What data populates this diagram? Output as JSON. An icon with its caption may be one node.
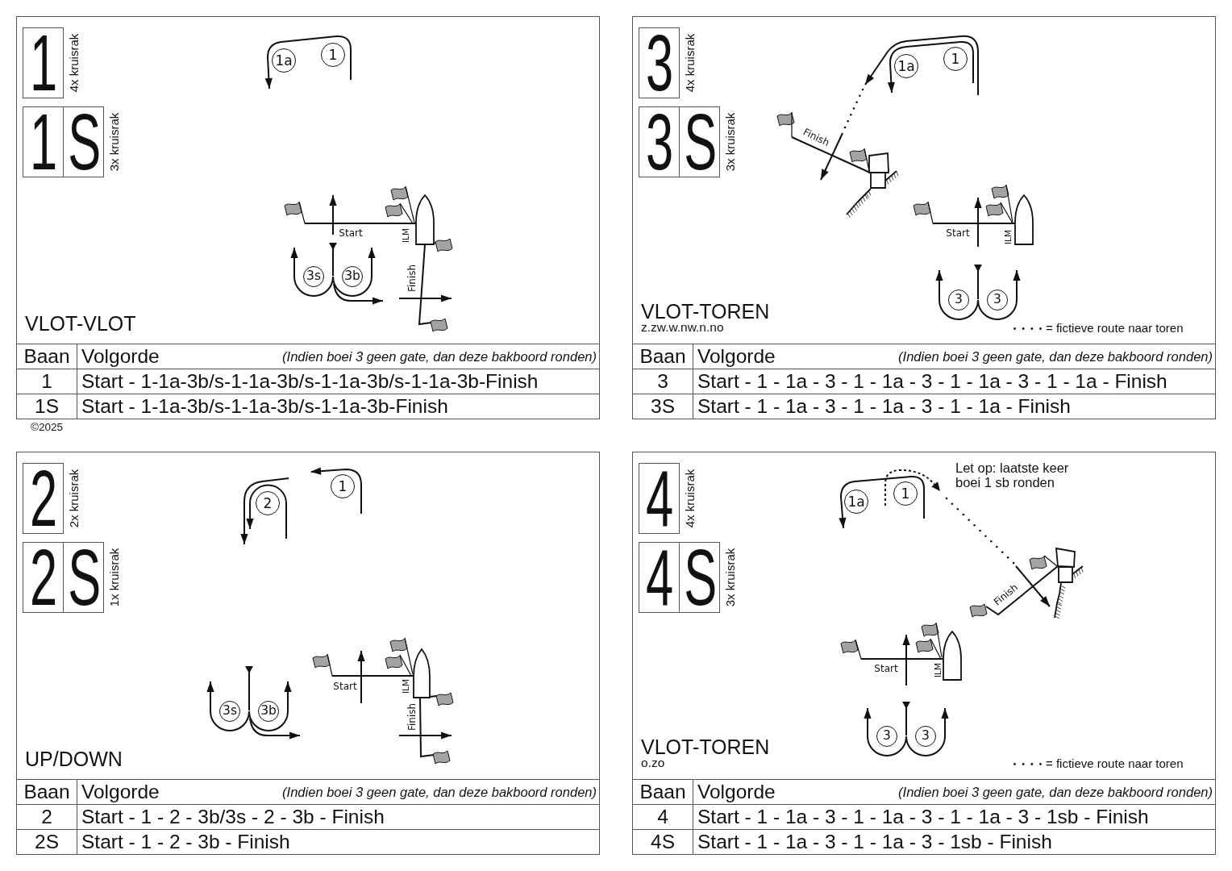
{
  "diagram": {
    "nodes": [
      {
        "text": [
          "VLOT-VLOT"
        ]
      },
      {
        "text": [
          "1"
        ],
        "in": 0,
        "beside": [
          "4x kruisrak"
        ]
      },
      {
        "text": [
          "1",
          "S"
        ],
        "in": 0,
        "beside": [
          "3x kruisrak"
        ]
      },
      {
        "text": [
          "1a"
        ],
        "in": 0
      },
      {
        "text": [
          "1"
        ],
        "in": 0
      },
      {
        "text": [
          "3s"
        ],
        "in": 0
      },
      {
        "text": [
          "3b"
        ],
        "in": 0
      },
      {
        "text": [
          "VLOT-TOREN",
          "z.zw.w.nw.n.no"
        ]
      },
      {
        "text": [
          "3"
        ],
        "in": 7,
        "beside": [
          "4x kruisrak"
        ]
      },
      {
        "text": [
          "3",
          "S"
        ],
        "in": 7,
        "beside": [
          "3x kruisrak"
        ]
      },
      {
        "text": [
          "1a"
        ],
        "in": 7
      },
      {
        "text": [
          "1"
        ],
        "in": 7
      },
      {
        "text": [
          "3"
        ],
        "in": 7
      },
      {
        "text": [
          "3"
        ],
        "in": 7
      },
      {
        "text": [
          "UP/DOWN"
        ]
      },
      {
        "text": [
          "2"
        ],
        "in": 14,
        "beside": [
          "2x kruisrak"
        ]
      },
      {
        "text": [
          "2",
          "S"
        ],
        "in": 14,
        "beside": [
          "1x kruisrak"
        ]
      },
      {
        "text": [
          "1"
        ],
        "in": 14
      },
      {
        "text": [
          "2"
        ],
        "in": 14
      },
      {
        "text": [
          "3s"
        ],
        "in": 14
      },
      {
        "text": [
          "3b"
        ],
        "in": 14
      },
      {
        "text": [
          "VLOT-TOREN",
          "o.zo"
        ]
      },
      {
        "text": [
          "4"
        ],
        "in": 21,
        "beside": [
          "4x kruisrak"
        ]
      },
      {
        "text": [
          "4",
          "S"
        ],
        "in": 21,
        "beside": [
          "3x kruisrak"
        ]
      },
      {
        "text": [
          "1a"
        ],
        "in": 21
      },
      {
        "text": [
          "1"
        ],
        "in": 21
      },
      {
        "text": [
          "3"
        ],
        "in": 21
      },
      {
        "text": [
          "3"
        ],
        "in": 21
      }
    ],
    "labels": [
      "Start",
      "ILM",
      "Finish",
      "Baan",
      "Volgorde",
      "(Indien boei 3 geen gate, dan deze bakboord ronden)",
      "1",
      "Start - 1-1a-3b/s-1-1a-3b/s-1-1a-3b/s-1-1a-3b-Finish",
      "1S",
      "Start - 1-1a-3b/s-1-1a-3b/s-1-1a-3b-Finish",
      "Finish",
      "Start",
      "ILM",
      "Baan",
      "Volgorde",
      "(Indien boei 3 geen gate, dan deze bakboord ronden)",
      "3",
      "Start - 1 - 1a - 3 - 1 - 1a - 3 - 1 - 1a - 3 - 1 - 1a - Finish",
      "3S",
      "Start - 1 - 1a - 3 - 1 - 1a - 3 - 1 - 1a - Finish",
      "©2025",
      "Start",
      "ILM",
      "Finish",
      "Baan",
      "Volgorde",
      "(Indien boei 3 geen gate, dan deze bakboord ronden)",
      "2",
      "Start - 1 - 2 - 3b/3s - 2 - 3b - Finish",
      "2S",
      "Start - 1 - 2 - 3b - Finish",
      "Let op: laatste keer boei 1 sb ronden",
      "Finish",
      "Start",
      "ILM",
      "Baan",
      "Volgorde",
      "(Indien boei 3 geen gate, dan deze bakboord ronden)",
      "4",
      "Start - 1 - 1a - 3 - 1 - 1a - 3 - 1 - 1a - 3 - 1sb - Finish",
      "4S",
      "Start - 1 - 1a - 3 - 1 - 1a - 3 - 1sb - Finish"
    ],
    "legend": [
      {
        "text": "= fictieve route naar toren"
      },
      {
        "text": "= fictieve route naar toren"
      }
    ]
  }
}
